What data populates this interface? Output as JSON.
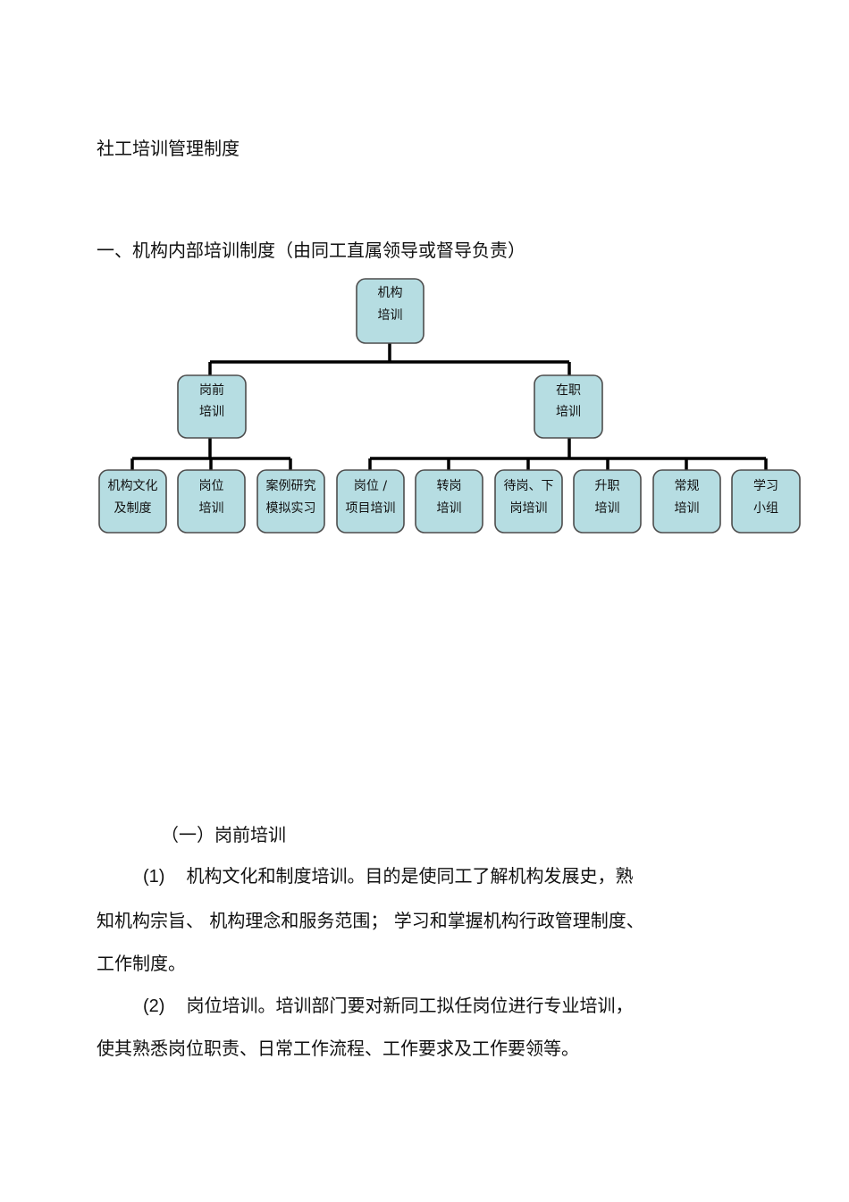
{
  "title": "社工培训管理制度",
  "section1": {
    "heading": "一、机构内部培训制度（由同工直属领导或督导负责）"
  },
  "org_chart": {
    "root": {
      "line1": "机构",
      "line2": "培训"
    },
    "level1": [
      {
        "line1": "岗前",
        "line2": "培训"
      },
      {
        "line1": "在职",
        "line2": "培训"
      }
    ],
    "level2": [
      {
        "line1": "机构文化",
        "line2": "及制度"
      },
      {
        "line1": "岗位",
        "line2": "培训"
      },
      {
        "line1": "案例研究",
        "line2": "模拟实习"
      },
      {
        "line1": "岗位 /",
        "line2": "项目培训"
      },
      {
        "line1": "转岗",
        "line2": "培训"
      },
      {
        "line1": "待岗、下",
        "line2": "岗培训"
      },
      {
        "line1": "升职",
        "line2": "培训"
      },
      {
        "line1": "常规",
        "line2": "培训"
      },
      {
        "line1": "学习",
        "line2": "小组"
      }
    ]
  },
  "subsection1": {
    "heading": "（一）岗前培训",
    "items": [
      {
        "number": "(1)",
        "line1": "机构文化和制度培训。目的是使同工了解机构发展史，熟",
        "line2": "知机构宗旨、 机构理念和服务范围；   学习和掌握机构行政管理制度、",
        "line3": "工作制度。"
      },
      {
        "number": "(2)",
        "line1": "岗位培训。培训部门要对新同工拟任岗位进行专业培训，",
        "line2": "使其熟悉岗位职责、日常工作流程、工作要求及工作要领等。"
      }
    ]
  }
}
